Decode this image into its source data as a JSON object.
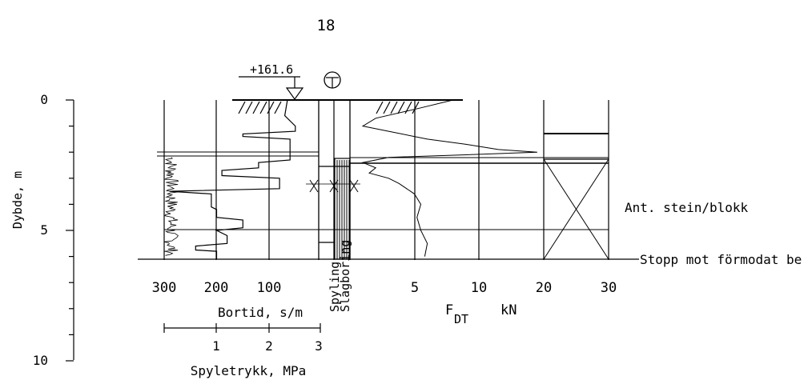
{
  "page_number": "18",
  "surface_elevation": "+161.6",
  "depth_axis": {
    "label": "Dybde, m",
    "ticks": [
      {
        "depth": 0,
        "label": "0"
      },
      {
        "depth": 5,
        "label": "5"
      },
      {
        "depth": 10,
        "label": "10"
      }
    ]
  },
  "bortid_axis": {
    "label": "Bortid, s/m",
    "ticks": [
      {
        "value": 300,
        "label": "300"
      },
      {
        "value": 200,
        "label": "200"
      },
      {
        "value": 100,
        "label": "100"
      }
    ]
  },
  "spyletrykk_axis": {
    "label": "Spyletrykk, MPa",
    "ticks": [
      {
        "value": 1,
        "label": "1"
      },
      {
        "value": 2,
        "label": "2"
      },
      {
        "value": 3,
        "label": "3"
      }
    ]
  },
  "column_labels": {
    "spyling": "Spyling",
    "slagboring": "Slagboring"
  },
  "force_axis": {
    "label_main": "F",
    "label_sub": "DT",
    "unit": "kN",
    "ticks": [
      {
        "value": 5,
        "label": "5"
      },
      {
        "value": 10,
        "label": "10"
      },
      {
        "value": 20,
        "label": "20"
      },
      {
        "value": 30,
        "label": "30"
      }
    ]
  },
  "annotations": {
    "rock": "Ant. stein/blokk",
    "stop": "Stopp mot förmodat be"
  },
  "bortid_profile": [
    [
      0,
      65
    ],
    [
      0.6,
      70
    ],
    [
      1.0,
      50
    ],
    [
      1.2,
      50
    ],
    [
      1.3,
      150
    ],
    [
      1.4,
      150
    ],
    [
      1.5,
      60
    ],
    [
      2.3,
      60
    ],
    [
      2.4,
      120
    ],
    [
      2.6,
      120
    ],
    [
      2.7,
      190
    ],
    [
      2.9,
      190
    ],
    [
      3.0,
      80
    ],
    [
      3.4,
      80
    ],
    [
      3.5,
      290
    ],
    [
      3.6,
      210
    ],
    [
      4.1,
      210
    ],
    [
      4.2,
      200
    ],
    [
      4.5,
      200
    ],
    [
      4.6,
      150
    ],
    [
      4.9,
      150
    ],
    [
      5.0,
      200
    ],
    [
      5.2,
      180
    ],
    [
      5.5,
      180
    ],
    [
      5.6,
      240
    ],
    [
      5.75,
      240
    ],
    [
      5.8,
      200
    ],
    [
      6.1,
      200
    ]
  ],
  "force_profile": [
    [
      0,
      8
    ],
    [
      0.3,
      5.5
    ],
    [
      0.7,
      2
    ],
    [
      1.0,
      1
    ],
    [
      1.2,
      3
    ],
    [
      1.5,
      6
    ],
    [
      1.7,
      9
    ],
    [
      1.9,
      13
    ],
    [
      2.0,
      19
    ],
    [
      2.1,
      9
    ],
    [
      2.2,
      3
    ],
    [
      2.4,
      1
    ],
    [
      2.6,
      2
    ],
    [
      2.8,
      1.5
    ],
    [
      3.0,
      3
    ],
    [
      3.2,
      3.8
    ],
    [
      3.6,
      5
    ],
    [
      4.0,
      5.5
    ],
    [
      4.5,
      5.2
    ],
    [
      5.0,
      5.5
    ],
    [
      5.5,
      6
    ],
    [
      6.0,
      5.8
    ]
  ]
}
